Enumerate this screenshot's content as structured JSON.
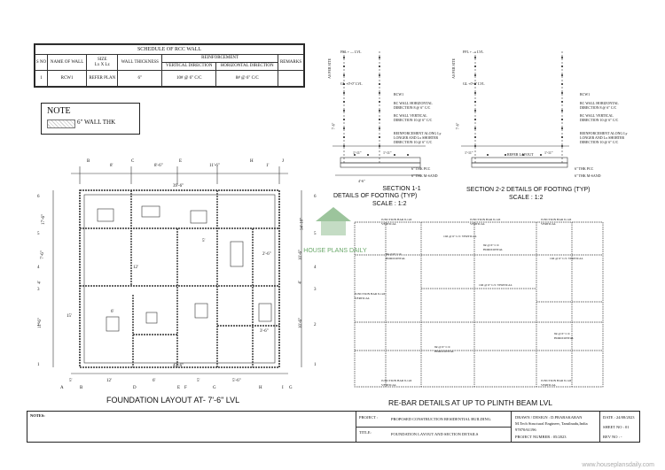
{
  "schedule": {
    "title": "SCHEDULE OF RCC WALL",
    "headers": {
      "sno": "S NO",
      "name": "NAME OF WALL",
      "size": "SIZE",
      "size_sub": "Lx X Lz",
      "thickness": "WALL THICKNESS",
      "reinforcement": "REINFORCEMENT",
      "vertical": "VERTICAL",
      "direction": "DIRECTION",
      "horizontal": "HORIZONTAL",
      "direction2": "DIRECTION",
      "remarks": "REMARKS"
    },
    "row": {
      "sno": "1",
      "name": "RCW1",
      "size": "REFER PLAN",
      "thickness": "6\"",
      "vertical": "10# @ 6\" C/C",
      "horizontal": "8# @ 6\" C/C",
      "remarks": ""
    }
  },
  "note": {
    "title": "NOTE",
    "legend": "6\" WALL THK"
  },
  "foundation": {
    "title": "FOUNDATION LAYOUT AT- 7'-6\" LVL",
    "grid_top": [
      "B",
      "C",
      "E",
      "H",
      "J"
    ],
    "grid_top_dims": [
      "8'",
      "8'-6\"",
      "11'-6\"",
      "1'"
    ],
    "grid_bottom": [
      "A",
      "B",
      "D",
      "E",
      "F",
      "G",
      "H",
      "I",
      "G"
    ],
    "grid_bottom_dims": [
      "5'",
      "12'",
      "6'",
      "2'",
      "5'",
      "6'",
      "5'-6\"",
      "1'"
    ],
    "grid_left": [
      "6",
      "5",
      "4",
      "3",
      "2",
      "1"
    ],
    "grid_left_dims": [
      "17'-6\"",
      "7'-6\"",
      "4'",
      "11'-6\"",
      "11'-6\""
    ],
    "grid_right": [
      "6",
      "5",
      "4",
      "3",
      "2",
      "1"
    ],
    "grid_right_dims": [
      "14'-10\"",
      "10'-6\"",
      "4'",
      "10'-6\""
    ],
    "overall_top": "39'-6\"",
    "overall_bottom": "45'-6\"",
    "labels": [
      "6'",
      "12'",
      "15'",
      "13'",
      "5'",
      "8'",
      "6'",
      "4'",
      "2'-6\"",
      "10'-6\"",
      "3'-6\"",
      "5'-6\"",
      "2'-6\""
    ]
  },
  "section11": {
    "title": "SECTION 1-1",
    "subtitle": "DETAILS OF FOOTING (TYP)",
    "scale": "SCALE : 1:2",
    "ffl": "FFL + — LVL",
    "gl": "GL +0'-0\" LVL",
    "side": "AS PER SITE",
    "height": "7'-6\"",
    "dims": [
      "1'-11\"",
      "1'-11\"",
      "4'-6\""
    ],
    "notes": [
      "RCW1",
      "RC WALL HORIZONTAL DIRECTION 8 @ 6\" C/C",
      "RC WALL VERTICAL DIRECTION 10 @ 6\" C/C",
      "REINFORCEMENT ALONG Ly LONGER AND Lx SHORTER DIRECTION 10 @ 6\" C/C",
      "6\" THK PCC",
      "6\" THK M-SAND"
    ]
  },
  "section22": {
    "title": "SECTION 2-2 DETAILS OF FOOTING (TYP)",
    "scale": "SCALE : 1:2",
    "ffl": "FFL + — LVL",
    "gl": "GL +0'-0\" LVL",
    "side": "AS PER SITE",
    "height": "7'-6\"",
    "refer": "REFER LAYOUT",
    "dims": [
      "1'-11\"",
      "1'-11\""
    ],
    "notes": [
      "RCW1",
      "RC WALL HORIZONTAL DIRECTION 8 @ 6\" C/C",
      "RC WALL VERTICAL DIRECTION 10 @ 6\" C/C",
      "REINFORCEMENT ALONG Ly LONGER AND Lx SHORTER DIRECTION 10 @ 6\" C/C",
      "6\" THK PCC",
      "6\" THK M-SAND"
    ]
  },
  "rebar": {
    "title": "RE-BAR DETAILS AT UP TO PLINTH BEAM LVL",
    "junction": "JUNCTION BAR 8-12# VERTICAL",
    "horizontal": "8# @ 6\" C/C HORIZONTAL",
    "vertical": "10# @ 6\" C/C VERTICAL"
  },
  "titleblock": {
    "notes_heading": "NOTES:",
    "project_label": "PROJECT :",
    "project": "PROPOSED CONSTRUCTION RESIDENTIAL BUILDING.",
    "title_label": "TITLE:",
    "title": "FOUNDATION LAYOUT AND SECTION DETAILS",
    "drawn": "DRAWN / DESIGN : D.PRABAKARAN",
    "firm": "M.Tech Structural Engineer, Tamilnadu,India",
    "phone": "97870/61196",
    "project_number": "PROJECT NUMBER : 05/2023",
    "date": "DATE : 24/08/2023",
    "sheet": "SHEET NO : 01",
    "rev": "REV NO : -"
  },
  "watermark": {
    "logo_text": "HOUSE PLANS DAILY",
    "url": "www.houseplansdaily.com"
  }
}
